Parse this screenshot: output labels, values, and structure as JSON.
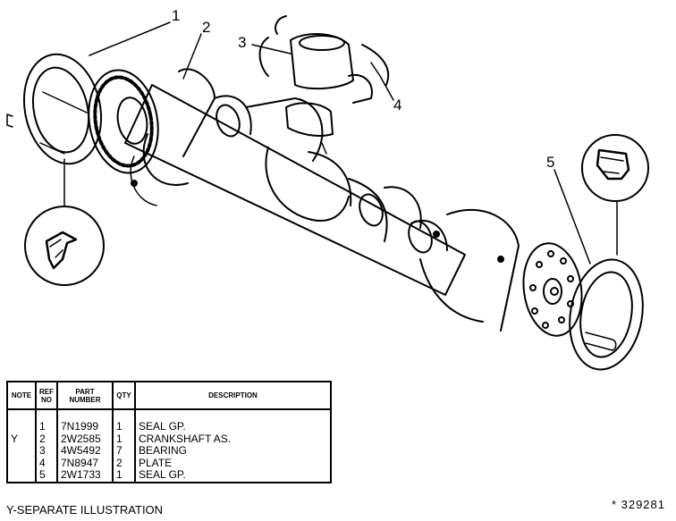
{
  "callouts": [
    "1",
    "2",
    "3",
    "4",
    "5"
  ],
  "icons": [
    "seal-detail-icon-left",
    "seal-detail-icon-right"
  ],
  "table": {
    "headers": {
      "note": "NOTE",
      "ref_no": "REF NO",
      "part_number": "PART NUMBER",
      "qty": "QTY",
      "description": "DESCRIPTION"
    },
    "rows": [
      {
        "note": "",
        "ref": "1",
        "part": "7N1999",
        "qty": "1",
        "desc": "SEAL GP."
      },
      {
        "note": "Y",
        "ref": "2",
        "part": "2W2585",
        "qty": "1",
        "desc": "CRANKSHAFT AS."
      },
      {
        "note": "",
        "ref": "3",
        "part": "4W5492",
        "qty": "7",
        "desc": "BEARING"
      },
      {
        "note": "",
        "ref": "4",
        "part": "7N8947",
        "qty": "2",
        "desc": "PLATE"
      },
      {
        "note": "",
        "ref": "5",
        "part": "2W1733",
        "qty": "1",
        "desc": "SEAL GP."
      }
    ]
  },
  "footer_note": "Y-SEPARATE ILLUSTRATION",
  "illustration_number": "* 329281"
}
